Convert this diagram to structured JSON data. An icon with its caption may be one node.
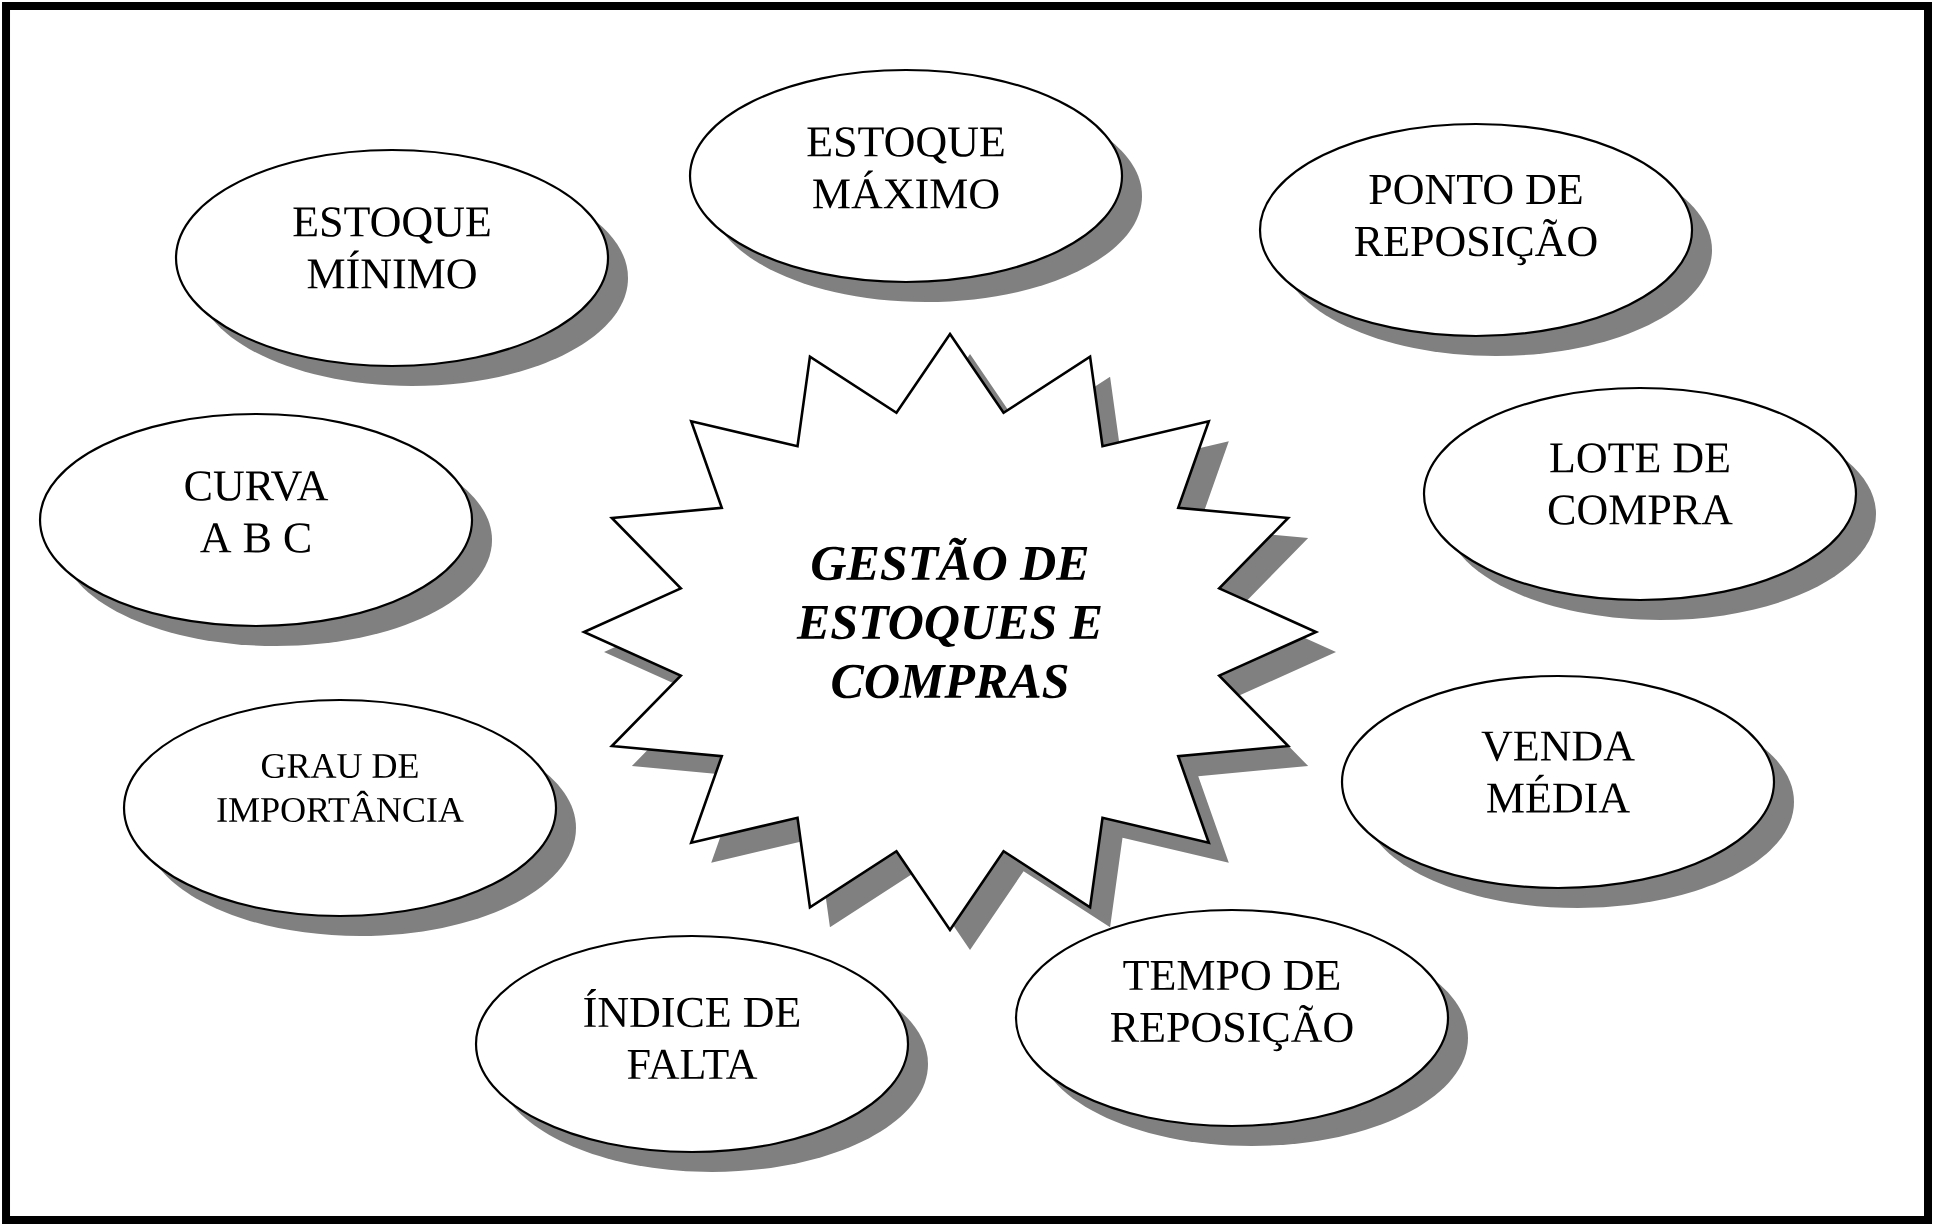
{
  "diagram": {
    "nodes": [
      {
        "text": [
          "GESTÃO DE ESTOQUES E COMPRAS"
        ]
      },
      {
        "text": [
          "ESTOQUE MÁXIMO"
        ]
      },
      {
        "text": [
          "PONTO DE REPOSIÇÃO"
        ]
      },
      {
        "text": [
          "LOTE DE COMPRA"
        ]
      },
      {
        "text": [
          "VENDA MÉDIA"
        ]
      },
      {
        "text": [
          "TEMPO DE REPOSIÇÃO"
        ]
      },
      {
        "text": [
          "ÍNDICE DE FALTA"
        ]
      },
      {
        "text": [
          "GRAU DE IMPORTÂNCIA"
        ]
      },
      {
        "text": [
          "CURVA A B C"
        ]
      },
      {
        "text": [
          "ESTOQUE MÍNIMO"
        ]
      }
    ]
  }
}
